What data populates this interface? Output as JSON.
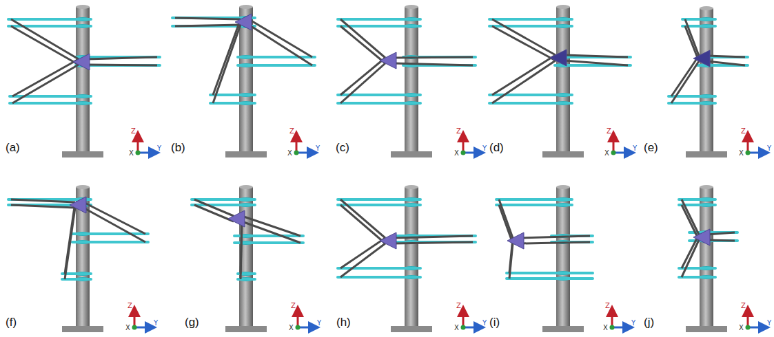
{
  "diagram": {
    "labels": [
      "(a)",
      "Z",
      "X",
      "Y",
      "(b)",
      "Z",
      "X",
      "Y",
      "(c)",
      "Z",
      "X",
      "Y",
      "(d)",
      "Z",
      "X",
      "Y",
      "(e)",
      "Z",
      "X",
      "Y",
      "(f)",
      "Z",
      "X",
      "Y",
      "(g)",
      "Z",
      "X",
      "Y",
      "(h)",
      "Z",
      "X",
      "Y",
      "(i)",
      "Z",
      "X",
      "Y",
      "(j)",
      "Z",
      "X",
      "Y"
    ]
  }
}
